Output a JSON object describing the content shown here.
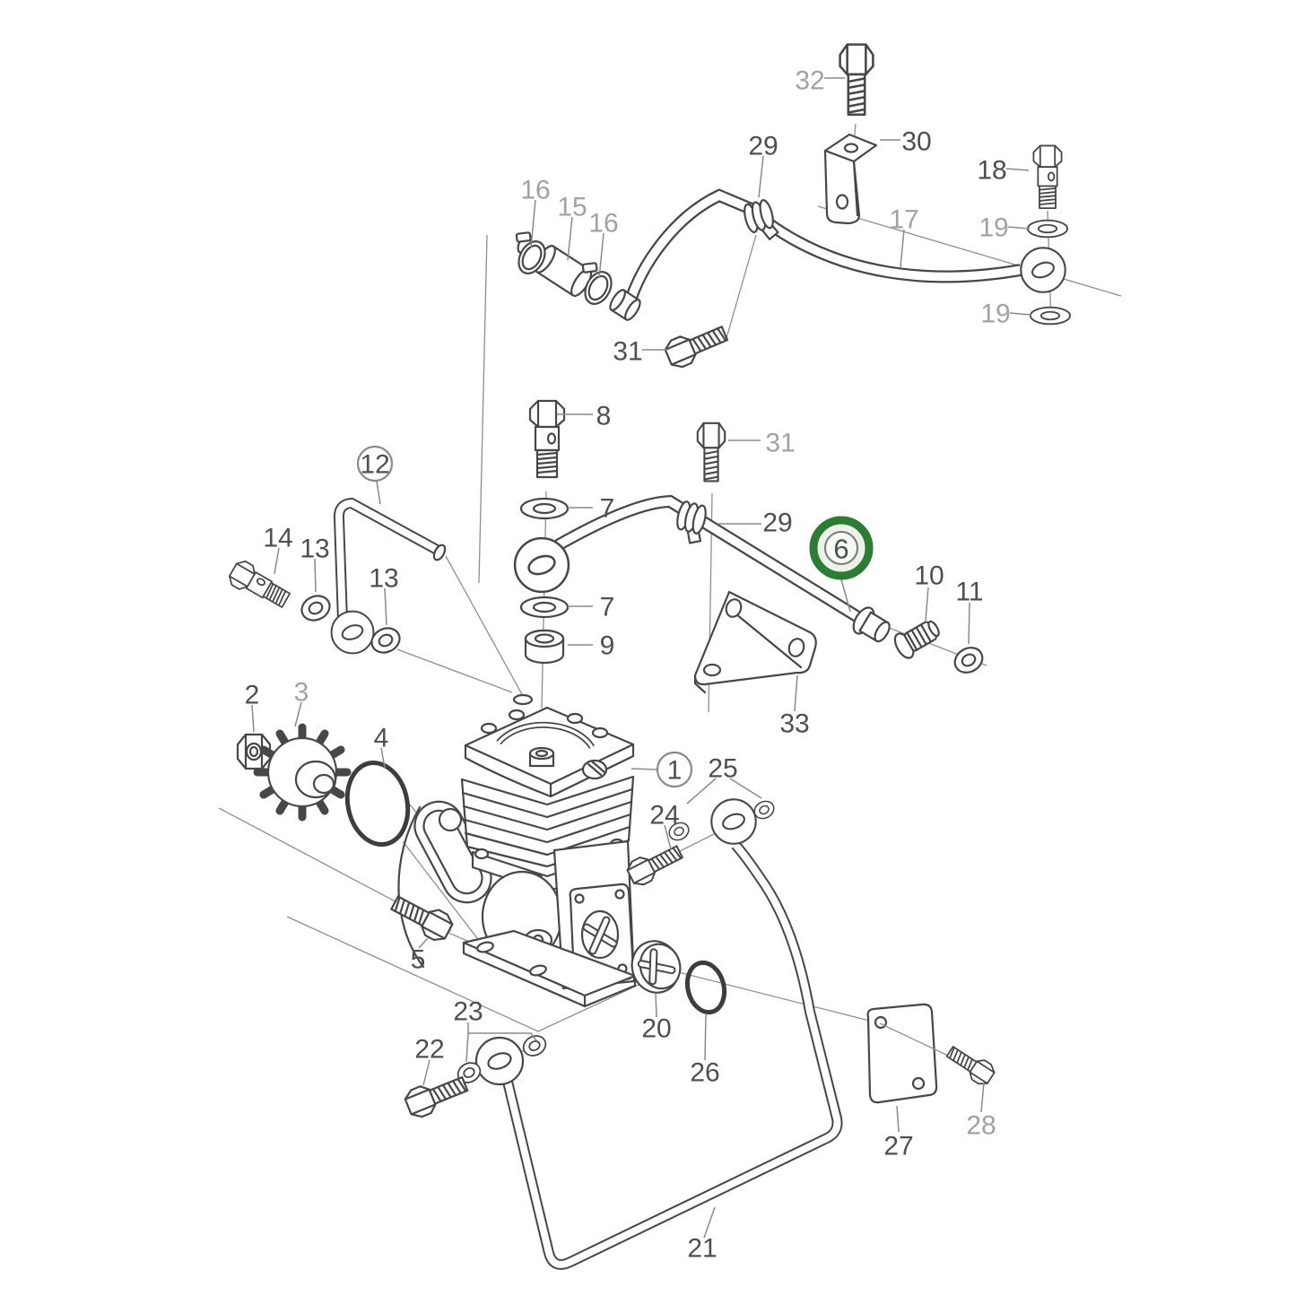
{
  "diagram": {
    "kind": "exploded-parts-diagram",
    "background_color": "#ffffff",
    "line_color": "#474747",
    "label_color_dark": "#4f4f4f",
    "label_color_muted": "#a2a2a2",
    "callout_circle_color": "#8a8a8a",
    "highlight": {
      "label": "6",
      "ring_color": "#2b7d33",
      "ring_fill": "#ecf2e7",
      "inner_circle_color": "#787878",
      "text_color": "#41573f"
    },
    "callouts": [
      {
        "text": "12"
      },
      {
        "text": "1"
      }
    ],
    "labels": [
      {
        "text": "32",
        "tone": "muted"
      },
      {
        "text": "30",
        "tone": "dark"
      },
      {
        "text": "29",
        "tone": "dark"
      },
      {
        "text": "18",
        "tone": "dark"
      },
      {
        "text": "19",
        "tone": "muted"
      },
      {
        "text": "17",
        "tone": "muted"
      },
      {
        "text": "19",
        "tone": "muted"
      },
      {
        "text": "16",
        "tone": "muted"
      },
      {
        "text": "15",
        "tone": "muted"
      },
      {
        "text": "16",
        "tone": "muted"
      },
      {
        "text": "31",
        "tone": "dark"
      },
      {
        "text": "8",
        "tone": "dark"
      },
      {
        "text": "31",
        "tone": "muted"
      },
      {
        "text": "7",
        "tone": "dark"
      },
      {
        "text": "29",
        "tone": "dark"
      },
      {
        "text": "14",
        "tone": "dark"
      },
      {
        "text": "13",
        "tone": "dark"
      },
      {
        "text": "13",
        "tone": "dark"
      },
      {
        "text": "10",
        "tone": "dark"
      },
      {
        "text": "11",
        "tone": "dark"
      },
      {
        "text": "7",
        "tone": "dark"
      },
      {
        "text": "9",
        "tone": "dark"
      },
      {
        "text": "2",
        "tone": "dark"
      },
      {
        "text": "3",
        "tone": "muted"
      },
      {
        "text": "4",
        "tone": "dark"
      },
      {
        "text": "33",
        "tone": "dark"
      },
      {
        "text": "25",
        "tone": "dark"
      },
      {
        "text": "24",
        "tone": "dark"
      },
      {
        "text": "5",
        "tone": "dark"
      },
      {
        "text": "23",
        "tone": "dark"
      },
      {
        "text": "22",
        "tone": "dark"
      },
      {
        "text": "20",
        "tone": "dark"
      },
      {
        "text": "26",
        "tone": "dark"
      },
      {
        "text": "27",
        "tone": "dark"
      },
      {
        "text": "28",
        "tone": "muted"
      },
      {
        "text": "21",
        "tone": "dark"
      }
    ]
  }
}
